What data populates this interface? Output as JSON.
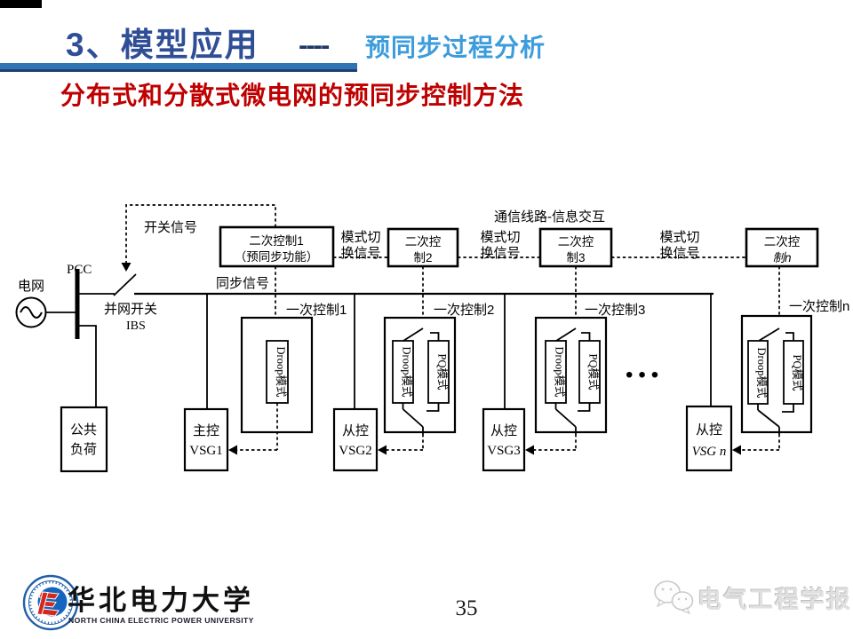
{
  "header": {
    "title": "3、模型应用",
    "title_dashes": "----",
    "title_suffix": "预同步过程分析",
    "subtitle": "分布式和分散式微电网的预同步控制方法"
  },
  "colors": {
    "title_blue": "#2F4E96",
    "suffix_blue": "#3C9CDC",
    "underline_blue": "#2E74B5",
    "subtitle_red": "#BF0000",
    "diagram_ink": "#000000",
    "watermark_gray": "#E0E0E0"
  },
  "diagram": {
    "grid_label": "电网",
    "pcc_label": "PCC",
    "breaker_label": "并网开关",
    "breaker_id": "IBS",
    "switch_signal": "开关信号",
    "sync_signal": "同步信号",
    "comm_label": "通信线路-信息交互",
    "mode_switch_l1": "模式切",
    "mode_switch_l2": "换信号",
    "load_l1": "公共",
    "load_l2": "负荷",
    "droop_mode": "Droop模式",
    "pq_mode": "PQ模式",
    "ellipsis": "•••",
    "secondary": [
      {
        "l1": "二次控制1",
        "l2": "（预同步功能）"
      },
      {
        "l1": "二次控",
        "l2": "制2"
      },
      {
        "l1": "二次控",
        "l2": "制3"
      },
      {
        "l1": "二次控",
        "l2": "制n"
      }
    ],
    "primary_labels": [
      "一次控制1",
      "一次控制2",
      "一次控制3",
      "一次控制n"
    ],
    "vsg": [
      {
        "l1": "主控",
        "l2": "VSG1"
      },
      {
        "l1": "从控",
        "l2": "VSG2"
      },
      {
        "l1": "从控",
        "l2": "VSG3"
      },
      {
        "l1": "从控",
        "l2": "VSG n"
      }
    ]
  },
  "footer": {
    "page_number": "35",
    "university_cn": "华北电力大学",
    "university_en": "NORTH CHINA ELECTRIC POWER UNIVERSITY",
    "watermark_text": "电气工程学报"
  }
}
